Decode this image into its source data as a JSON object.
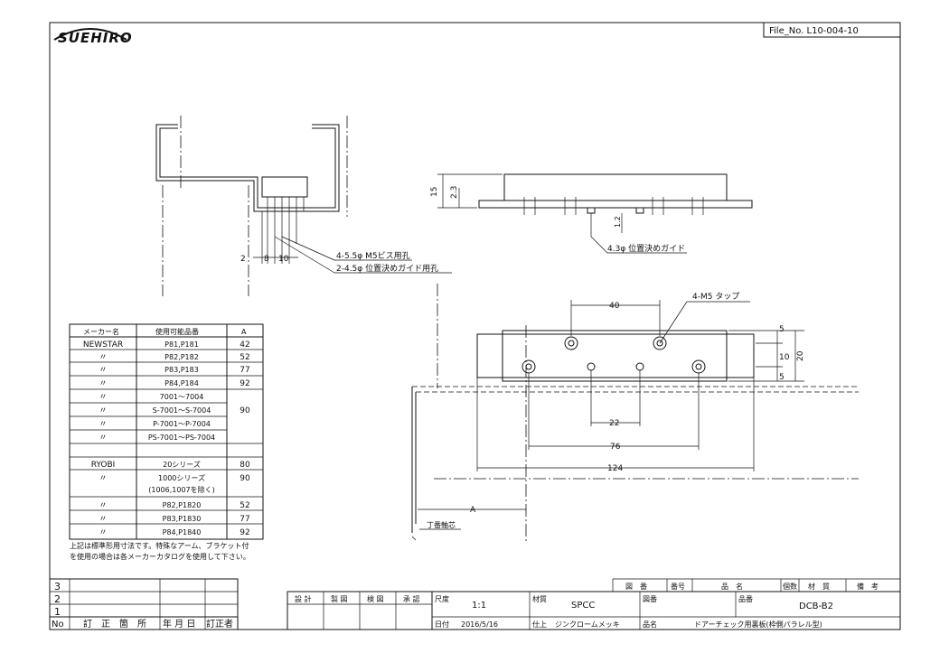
{
  "logo_text": "SUEHIRO",
  "file_no": "File_No. L10-004-10",
  "dims_top": {
    "d2": "2",
    "d8": "8",
    "d10": "10",
    "d15": "15",
    "d23": "2.3",
    "d12": "1.2"
  },
  "callouts": {
    "screw_holes": "4-5.5φ M5ビス用孔",
    "guide_holes": "2-4.5φ 位置決めガイド用孔",
    "guide_pin": "4.3φ 位置決めガイド",
    "tap": "4-M5 タップ"
  },
  "dims_plan": {
    "d40": "40",
    "d22": "22",
    "d76": "76",
    "d124": "124",
    "dA": "A",
    "d5": "5",
    "d10b": "10",
    "d5b": "5",
    "d20": "20",
    "hinge_center": "丁番軸芯"
  },
  "maker_table": {
    "headers": [
      "メーカー名",
      "使用可能品番",
      "A"
    ],
    "rows": [
      [
        "NEWSTAR",
        "P81,P181",
        "42"
      ],
      [
        "〃",
        "P82,P182",
        "52"
      ],
      [
        "〃",
        "P83,P183",
        "77"
      ],
      [
        "〃",
        "P84,P184",
        "92"
      ],
      [
        "〃",
        "7001～7004",
        ""
      ],
      [
        "〃",
        "S-7001～S-7004",
        "90"
      ],
      [
        "〃",
        "P-7001～P-7004",
        ""
      ],
      [
        "〃",
        "PS-7001～PS-7004",
        ""
      ],
      [
        "",
        "",
        ""
      ],
      [
        "RYOBI",
        "20シリーズ",
        "80"
      ],
      [
        "〃",
        "1000シリーズ",
        "90"
      ],
      [
        "",
        "(1006,1007を除く)",
        ""
      ],
      [
        "〃",
        "P82,P1820",
        "52"
      ],
      [
        "〃",
        "P83,P1830",
        "77"
      ],
      [
        "〃",
        "P84,P1840",
        "92"
      ]
    ],
    "note_line1": "上記は標準形用寸法です。特殊なアーム、ブラケット付",
    "note_line2": "を使用の場合は各メーカーカタログを使用して下さい。"
  },
  "revision_table": {
    "rows": [
      "3",
      "2",
      "1"
    ],
    "headers": [
      "No",
      "訂　正　箇　所",
      "年 月 日",
      "訂正者"
    ]
  },
  "title_block": {
    "approvals": [
      "設 計",
      "製 図",
      "検 図",
      "承 認"
    ],
    "scale_label": "尺度",
    "scale": "1:1",
    "material_label": "材質",
    "material": "SPCC",
    "drawing_no_label": "図番",
    "part_no_label": "品番",
    "part_no": "DCB-B2",
    "date_label": "日付",
    "date": "2016/5/16",
    "finish_label": "仕上",
    "finish": "ジンクロームメッキ",
    "name_label": "品名",
    "name": "ドアーチェック用裏板(枠側パラレル型)",
    "parts_header": [
      "図　番",
      "番号",
      "品　名",
      "個数",
      "材　質",
      "備　考"
    ]
  }
}
